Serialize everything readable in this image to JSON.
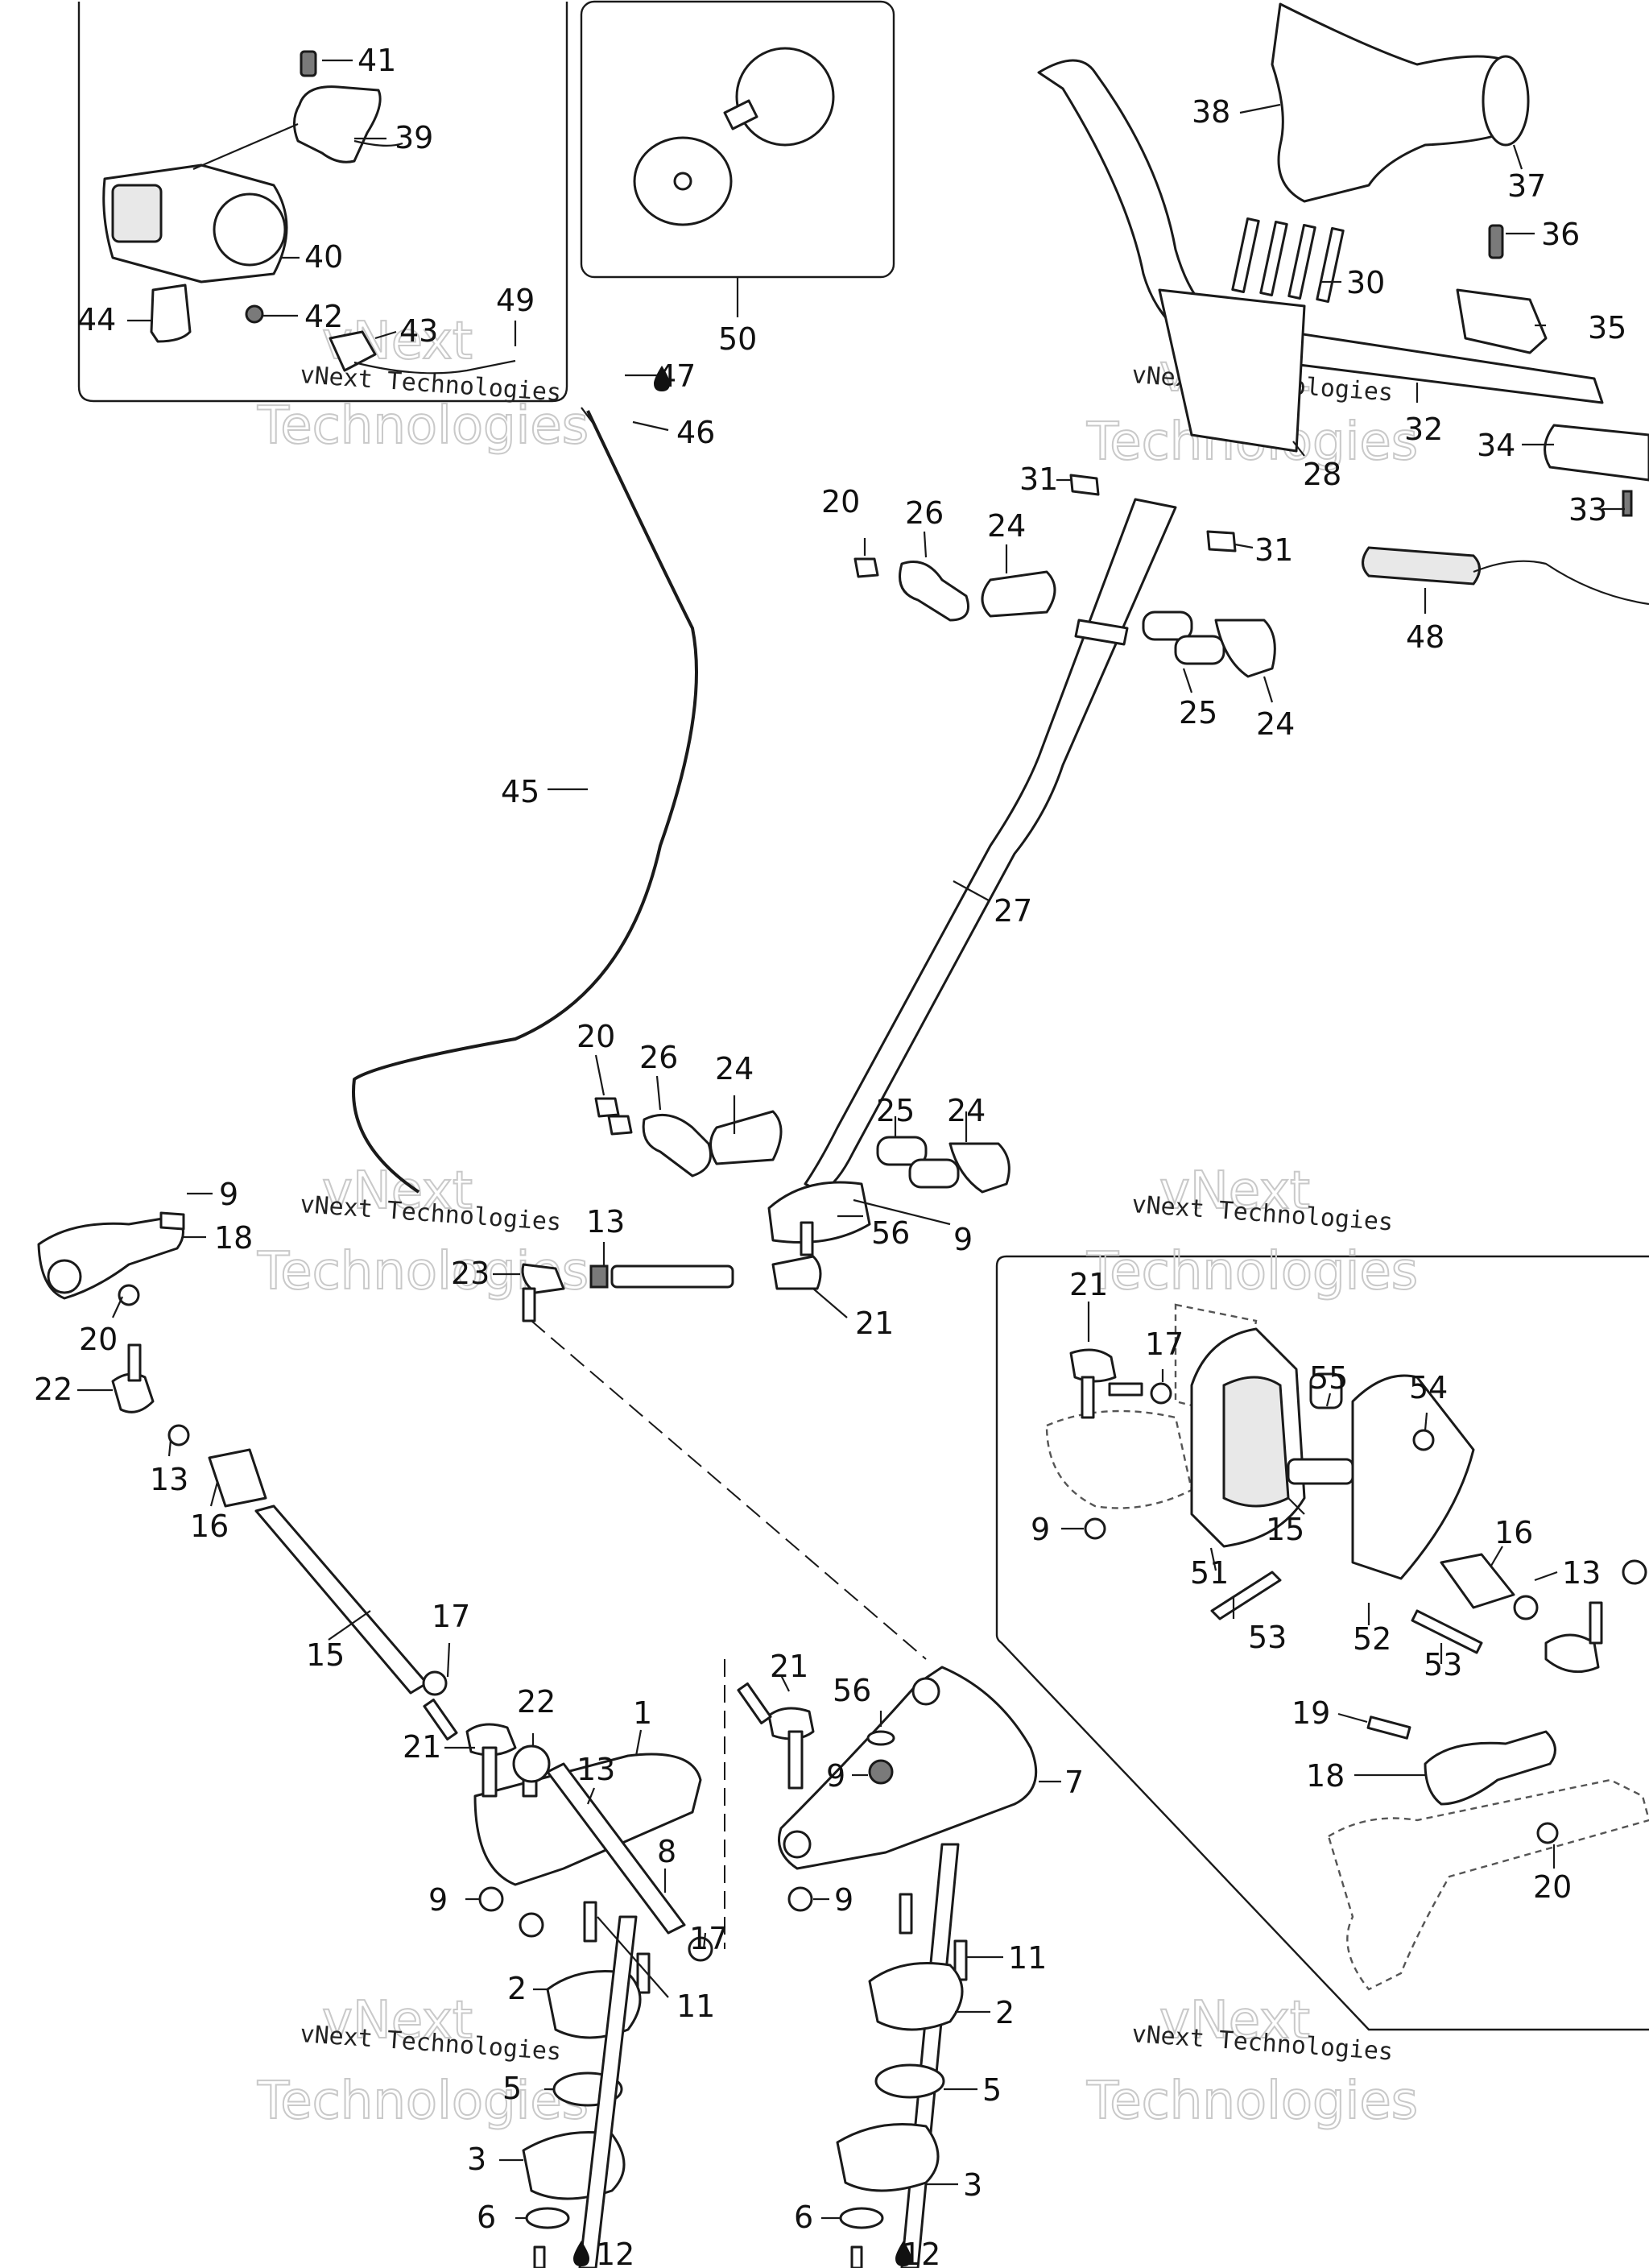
{
  "callouts": [
    {
      "id": "c41",
      "label": "41"
    },
    {
      "id": "c39",
      "label": "39"
    },
    {
      "id": "c40",
      "label": "40"
    },
    {
      "id": "c44",
      "label": "44"
    },
    {
      "id": "c42",
      "label": "42"
    },
    {
      "id": "c43",
      "label": "43"
    },
    {
      "id": "c49",
      "label": "49"
    },
    {
      "id": "c50",
      "label": "50"
    },
    {
      "id": "c47",
      "label": "47"
    },
    {
      "id": "c46",
      "label": "46"
    },
    {
      "id": "c38",
      "label": "38"
    },
    {
      "id": "c37",
      "label": "37"
    },
    {
      "id": "c36",
      "label": "36"
    },
    {
      "id": "c30",
      "label": "30"
    },
    {
      "id": "c35",
      "label": "35"
    },
    {
      "id": "c32",
      "label": "32"
    },
    {
      "id": "c34",
      "label": "34"
    },
    {
      "id": "c28",
      "label": "28"
    },
    {
      "id": "c31a",
      "label": "31"
    },
    {
      "id": "c31b",
      "label": "31"
    },
    {
      "id": "c33",
      "label": "33"
    },
    {
      "id": "c48",
      "label": "48"
    },
    {
      "id": "c20a",
      "label": "20"
    },
    {
      "id": "c26a",
      "label": "26"
    },
    {
      "id": "c24a",
      "label": "24"
    },
    {
      "id": "c25a",
      "label": "25"
    },
    {
      "id": "c24b",
      "label": "24"
    },
    {
      "id": "c45",
      "label": "45"
    },
    {
      "id": "c27",
      "label": "27"
    },
    {
      "id": "c20b",
      "label": "20"
    },
    {
      "id": "c26b",
      "label": "26"
    },
    {
      "id": "c24c",
      "label": "24"
    },
    {
      "id": "c25b",
      "label": "25"
    },
    {
      "id": "c24d",
      "label": "24"
    },
    {
      "id": "c56a",
      "label": "56"
    },
    {
      "id": "c9a",
      "label": "9"
    },
    {
      "id": "c9b",
      "label": "9"
    },
    {
      "id": "c18a",
      "label": "18"
    },
    {
      "id": "c20c",
      "label": "20"
    },
    {
      "id": "c13a",
      "label": "13"
    },
    {
      "id": "c23",
      "label": "23"
    },
    {
      "id": "c21a",
      "label": "21"
    },
    {
      "id": "c22a",
      "label": "22"
    },
    {
      "id": "c13b",
      "label": "13"
    },
    {
      "id": "c16a",
      "label": "16"
    },
    {
      "id": "c15a",
      "label": "15"
    },
    {
      "id": "c17a",
      "label": "17"
    },
    {
      "id": "c21b",
      "label": "21"
    },
    {
      "id": "c22b",
      "label": "22"
    },
    {
      "id": "c13c",
      "label": "13"
    },
    {
      "id": "c1",
      "label": "1"
    },
    {
      "id": "c8",
      "label": "8"
    },
    {
      "id": "c9c",
      "label": "9"
    },
    {
      "id": "c17b",
      "label": "17"
    },
    {
      "id": "c2a",
      "label": "2"
    },
    {
      "id": "c11a",
      "label": "11"
    },
    {
      "id": "c5a",
      "label": "5"
    },
    {
      "id": "c3a",
      "label": "3"
    },
    {
      "id": "c6a",
      "label": "6"
    },
    {
      "id": "c12a",
      "label": "12"
    },
    {
      "id": "c21c",
      "label": "21"
    },
    {
      "id": "c56b",
      "label": "56"
    },
    {
      "id": "c9d",
      "label": "9"
    },
    {
      "id": "c7",
      "label": "7"
    },
    {
      "id": "c9e",
      "label": "9"
    },
    {
      "id": "c11b",
      "label": "11"
    },
    {
      "id": "c2b",
      "label": "2"
    },
    {
      "id": "c5b",
      "label": "5"
    },
    {
      "id": "c3b",
      "label": "3"
    },
    {
      "id": "c6b",
      "label": "6"
    },
    {
      "id": "c12b",
      "label": "12"
    },
    {
      "id": "c21d",
      "label": "21"
    },
    {
      "id": "c17c",
      "label": "17"
    },
    {
      "id": "c55",
      "label": "55"
    },
    {
      "id": "c54",
      "label": "54"
    },
    {
      "id": "c9f",
      "label": "9"
    },
    {
      "id": "c15b",
      "label": "15"
    },
    {
      "id": "c16b",
      "label": "16"
    },
    {
      "id": "c13d",
      "label": "13"
    },
    {
      "id": "c51",
      "label": "51"
    },
    {
      "id": "c53a",
      "label": "53"
    },
    {
      "id": "c52",
      "label": "52"
    },
    {
      "id": "c53b",
      "label": "53"
    },
    {
      "id": "c19",
      "label": "19"
    },
    {
      "id": "c18b",
      "label": "18"
    },
    {
      "id": "c20d",
      "label": "20"
    }
  ],
  "watermark": {
    "line1": "vNext Technologies",
    "line2_a": "vNext",
    "line2_b": "Technologies"
  },
  "colors": {
    "ink": "#1a1a1a",
    "watermark": "#c9c9c9",
    "background": "#ffffff"
  }
}
